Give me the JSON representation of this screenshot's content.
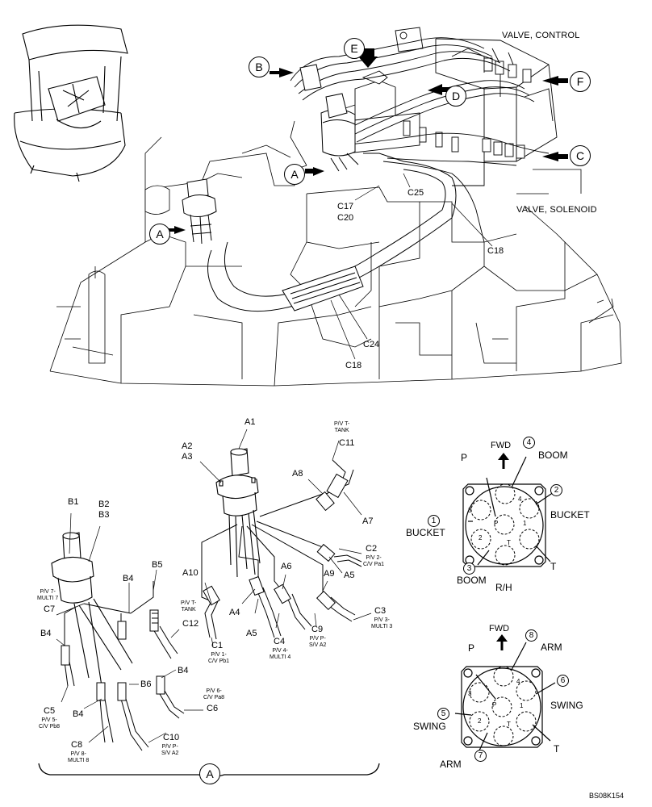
{
  "top": {
    "valve_control": "VALVE, CONTROL",
    "valve_solenoid": "VALVE, SOLENOID",
    "callouts": [
      "B",
      "E",
      "D",
      "F",
      "C",
      "A",
      "A"
    ],
    "hose_labels": [
      "C25",
      "C17",
      "C20",
      "C18",
      "C24",
      "C18"
    ]
  },
  "detail": {
    "section_letter": "A",
    "labels": {
      "A1": "A1",
      "A2": "A2",
      "A3": "A3",
      "A4": "A4",
      "A5a": "A5",
      "A5b": "A5",
      "A6": "A6",
      "A7": "A7",
      "A8": "A8",
      "A9": "A9",
      "A10": "A10",
      "B1": "B1",
      "B2": "B2",
      "B3": "B3",
      "B4a": "B4",
      "B4b": "B4",
      "B4c": "B4",
      "B4d": "B4",
      "B5": "B5",
      "B6": "B6",
      "C1": "C1",
      "C2": "C2",
      "C3": "C3",
      "C4": "C4",
      "C5": "C5",
      "C6": "C6",
      "C7": "C7",
      "C8": "C8",
      "C9": "C9",
      "C10": "C10",
      "C11": "C11",
      "C12": "C12"
    },
    "ports": {
      "c11": "P/V T-\nTANK",
      "c2": "P/V 2-\nC/V Pa1",
      "c3": "P/V 3-\nMULTI 3",
      "c9": "P/V P-\nS/V A2",
      "c4": "P/V 4-\nMULTI 4",
      "c1": "P/V 1-\nC/V Pb1",
      "c12": "P/V T-\nTANK",
      "c7": "P/V 7-\nMULTI 7",
      "c6": "P/V 6-\nC/V Pa8",
      "c5": "P/V 5-\nC/V Pb8",
      "c8": "P/V 8-\nMULTI 8",
      "c10": "P/V P-\nS/V A2"
    }
  },
  "rh_diagram": {
    "fwd": "FWD",
    "p": "P",
    "t": "T",
    "boom_top": "BOOM",
    "bucket_right": "BUCKET",
    "bucket_left": "BUCKET",
    "boom_bottom": "BOOM",
    "side": "R/H",
    "nums": [
      "4",
      "2",
      "1",
      "3"
    ],
    "ports": [
      "P",
      "T",
      "1",
      "2",
      "3",
      "4"
    ]
  },
  "lh_diagram": {
    "fwd": "FWD",
    "p": "P",
    "t": "T",
    "arm_top": "ARM",
    "swing_right": "SWING",
    "swing_left": "SWING",
    "arm_bottom": "ARM",
    "nums": [
      "8",
      "6",
      "5",
      "7"
    ],
    "ports": [
      "P",
      "T",
      "1",
      "2",
      "3",
      "4"
    ]
  },
  "footer": {
    "ref_code": "BS08K154"
  }
}
